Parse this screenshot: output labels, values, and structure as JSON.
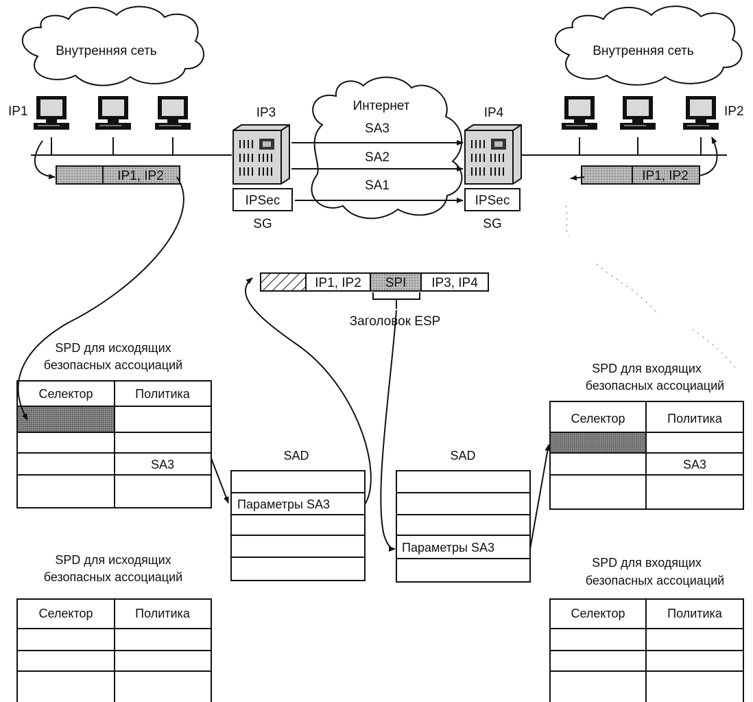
{
  "clouds": {
    "left": "Внутренняя сеть",
    "right": "Внутренняя сеть",
    "internet": "Интернет"
  },
  "hosts": {
    "ip1": "IP1",
    "ip2": "IP2",
    "ip3": "IP3",
    "ip4": "IP4"
  },
  "tunnels": [
    "SA3",
    "SA2",
    "SA1"
  ],
  "gateways": {
    "left": {
      "label": "IPSec",
      "caption": "SG"
    },
    "right": {
      "label": "IPSec",
      "caption": "SG"
    }
  },
  "packets": {
    "left": "IP1, IP2",
    "right": "IP1, IP2",
    "middle": {
      "inner": "IP1, IP2",
      "spi": "SPI",
      "outer": "IP3, IP4",
      "caption": "Заголовок ESP"
    }
  },
  "spd_tables": {
    "out_top": {
      "title": [
        "SPD для исходящих",
        "безопасных ассоциаций"
      ],
      "headers": [
        "Селектор",
        "Политика"
      ],
      "policy_value": "SA3"
    },
    "in_top": {
      "title": [
        "SPD для входящих",
        "безопасных ассоциаций"
      ],
      "headers": [
        "Селектор",
        "Политика"
      ],
      "policy_value": "SA3"
    },
    "out_bottom": {
      "title": [
        "SPD для исходящих",
        "безопасных ассоциаций"
      ],
      "headers": [
        "Селектор",
        "Политика"
      ]
    },
    "in_bottom": {
      "title": [
        "SPD для входящих",
        "безопасных ассоциаций"
      ],
      "headers": [
        "Селектор",
        "Политика"
      ]
    }
  },
  "sad": {
    "left": {
      "title": "SAD",
      "entry": "Параметры SA3"
    },
    "right": {
      "title": "SAD",
      "entry": "Параметры SA3"
    }
  }
}
